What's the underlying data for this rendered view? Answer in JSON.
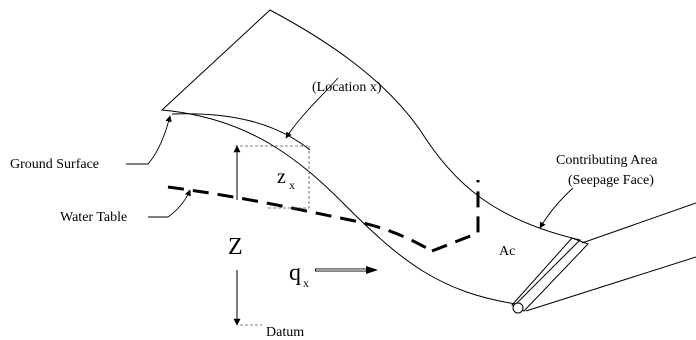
{
  "labels": {
    "location": "(Location x)",
    "ground_surface": "Ground Surface",
    "contributing_area_line1": "Contributing Area",
    "contributing_area_line2": "(Seepage Face)",
    "water_table": "Water Table",
    "z_big": "Z",
    "z_small": "z",
    "z_small_sub": "x",
    "q": "q",
    "q_sub": "x",
    "ac": "Ac",
    "datum": "Datum"
  }
}
